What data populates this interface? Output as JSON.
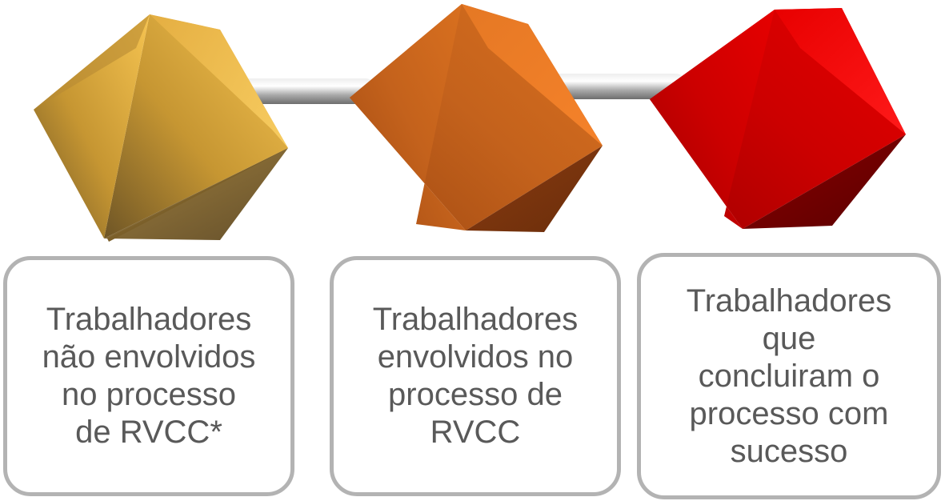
{
  "diagram": {
    "stages": [
      {
        "label": "Trabalhadores\nnão envolvidos\nno processo\nde RVCC*",
        "color": "#f0b84a"
      },
      {
        "label": "Trabalhadores\nenvolvidos no\nprocesso de\nRVCC",
        "color": "#e06a1a"
      },
      {
        "label": "Trabalhadores\nque\nconcluiram o\nprocesso com\nsucesso",
        "color": "#e00000"
      }
    ],
    "connector_color": "#c0c0c0",
    "box_border_color": "#b3b3b3",
    "text_color": "#595959"
  }
}
